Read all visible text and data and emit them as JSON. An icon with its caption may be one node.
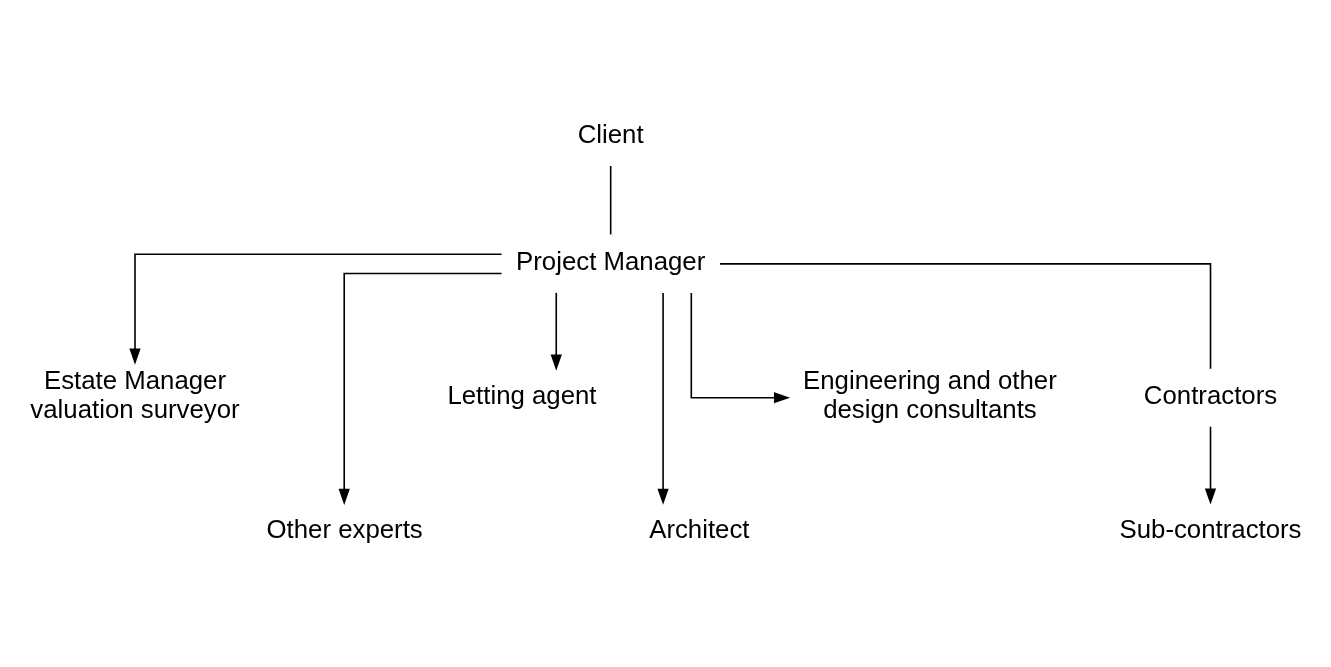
{
  "diagram": {
    "nodes": [
      {
        "text": [
          "Client"
        ]
      },
      {
        "text": [
          "Project Manager"
        ]
      },
      {
        "text": [
          "Estate Manager valuation surveyor"
        ]
      },
      {
        "text": [
          "Other experts"
        ]
      },
      {
        "text": [
          "Letting agent"
        ]
      },
      {
        "text": [
          "Architect"
        ]
      },
      {
        "text": [
          "Engineering and other design consultants"
        ]
      },
      {
        "text": [
          "Contractors"
        ]
      },
      {
        "text": [
          "Sub-contractors"
        ]
      }
    ],
    "edges": [
      {
        "from": 0,
        "to": 1,
        "arrow": "none"
      },
      {
        "from": 1,
        "to": 2,
        "arrow": "to"
      },
      {
        "from": 1,
        "to": 3,
        "arrow": "to"
      },
      {
        "from": 1,
        "to": 4,
        "arrow": "to"
      },
      {
        "from": 1,
        "to": 5,
        "arrow": "to"
      },
      {
        "from": 1,
        "to": 6,
        "arrow": "to"
      },
      {
        "from": 1,
        "to": 7,
        "arrow": "none"
      },
      {
        "from": 7,
        "to": 8,
        "arrow": "to"
      }
    ]
  }
}
